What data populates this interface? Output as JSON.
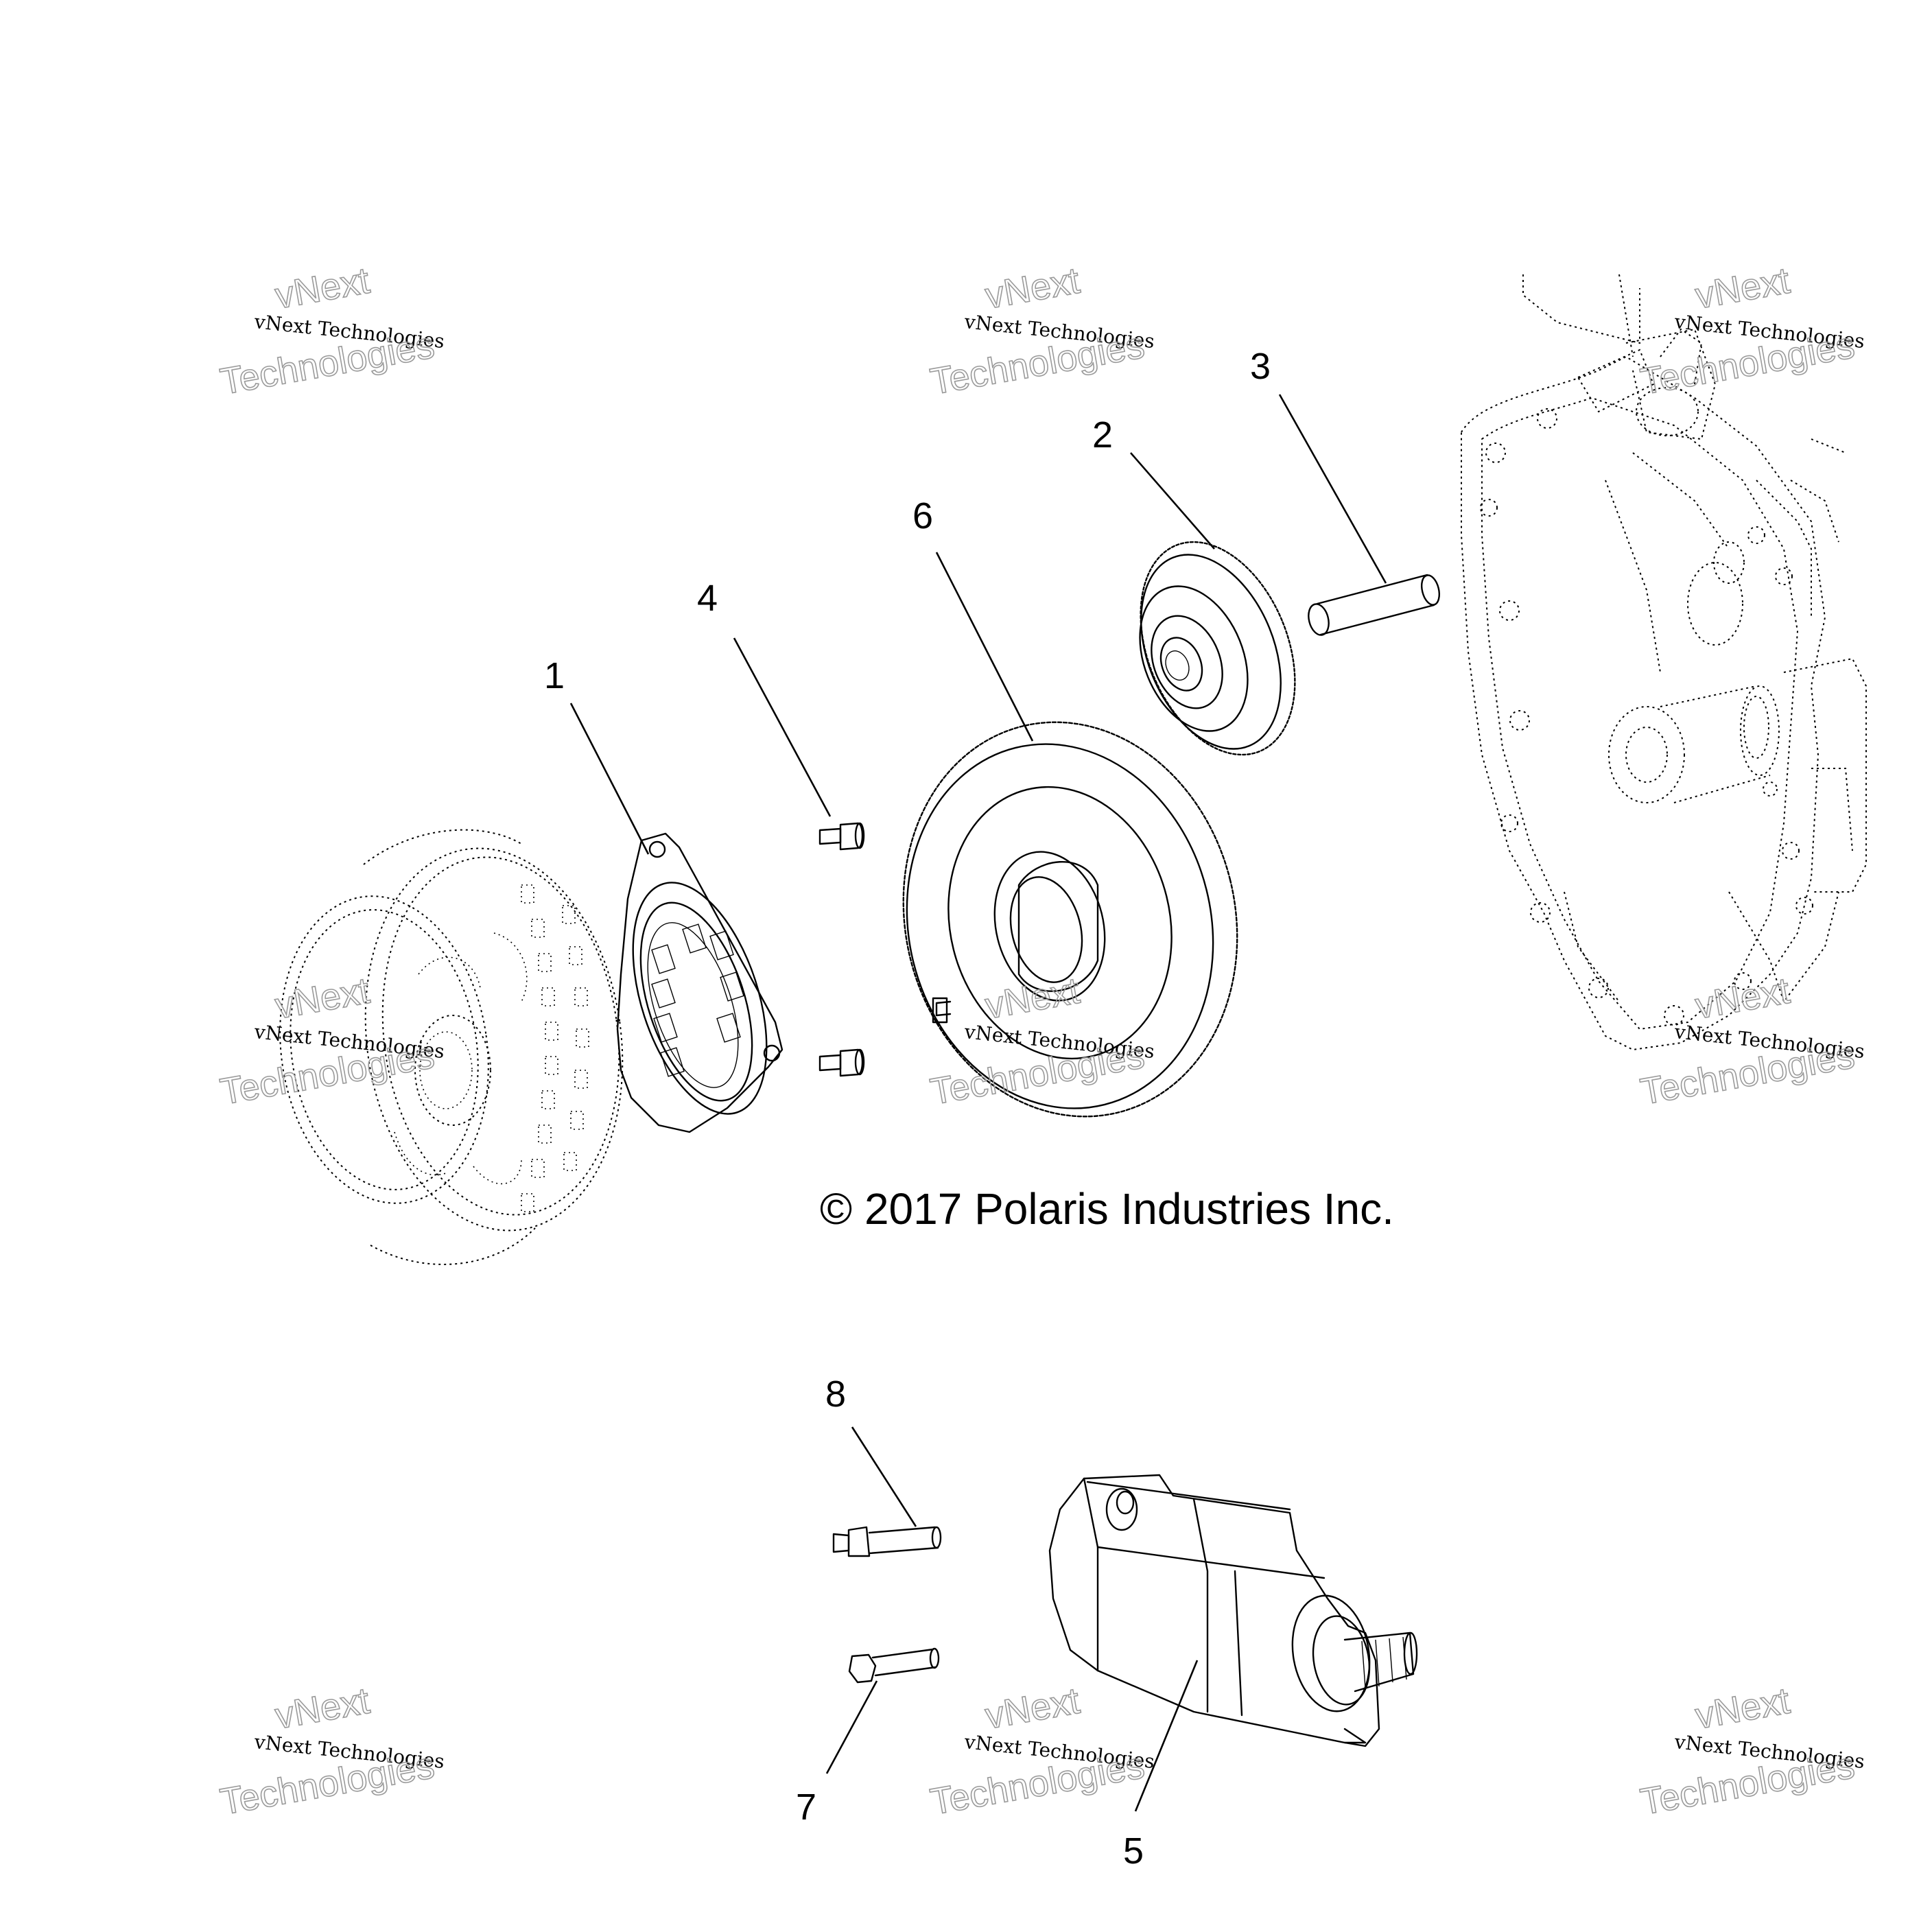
{
  "callouts": [
    "1",
    "2",
    "3",
    "4",
    "5",
    "6",
    "7",
    "8"
  ],
  "copyright": "© 2017 Polaris Industries Inc.",
  "watermark": {
    "line_small": "vNext Technologies",
    "line_big_a": "vNext",
    "line_big_b": "Technologies"
  }
}
